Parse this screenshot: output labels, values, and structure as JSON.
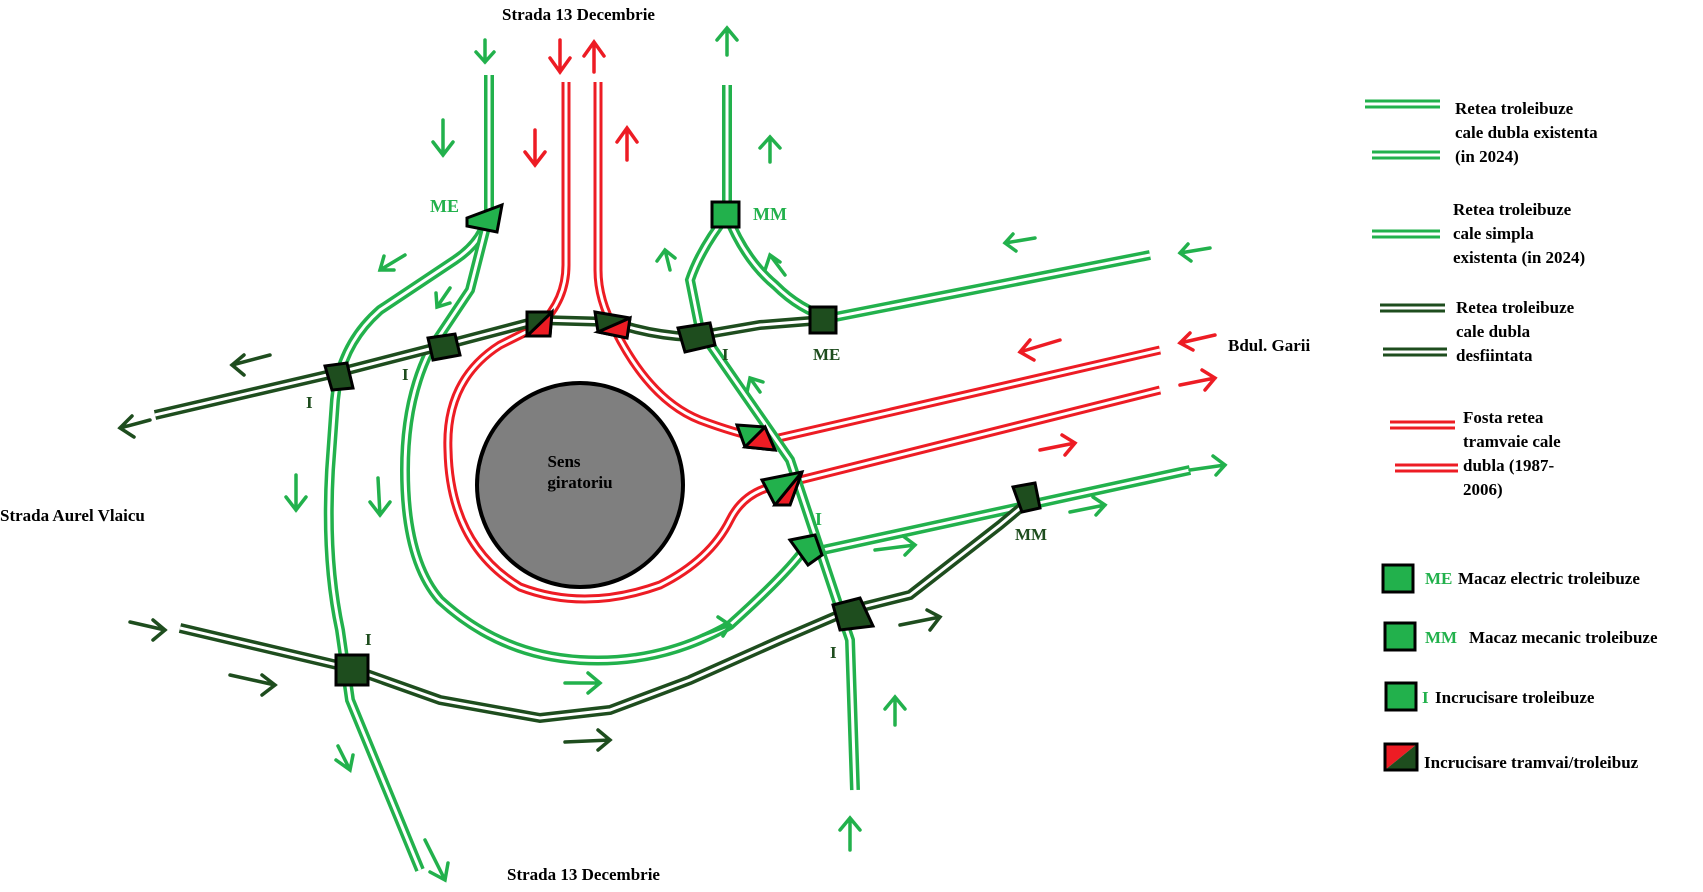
{
  "streets": {
    "top": "Strada 13 Decembrie",
    "bottom": "Strada 13 Decembrie",
    "left": "Strada Aurel Vlaicu",
    "right": "Bdul. Garii"
  },
  "roundabout": {
    "line1": "Sens",
    "line2": "giratoriu"
  },
  "switch_labels": {
    "me_top": "ME",
    "mm_top": "MM",
    "me_right": "ME",
    "mm_right": "MM",
    "i_left_outer": "I",
    "i_left_inner": "I",
    "i_top": "I",
    "i_right": "I",
    "i_bottom_left": "I",
    "i_bottom_right": "I"
  },
  "legend": {
    "existing_double": [
      "Retea troleibuze",
      "cale dubla existenta",
      "(in 2024)"
    ],
    "existing_single": [
      "Retea troleibuze",
      "cale simpla",
      "existenta (in 2024)"
    ],
    "removed_double": [
      "Retea troleibuze",
      "cale dubla",
      "desfiintata"
    ],
    "tram": [
      "Fosta retea",
      "tramvaie cale",
      "dubla (1987-",
      "2006)"
    ],
    "me": {
      "code": "ME",
      "text": "Macaz electric troleibuze"
    },
    "mm": {
      "code": "MM",
      "text": "Macaz mecanic troleibuze"
    },
    "i": {
      "code": "I",
      "text": "Incrucisare troleibuze"
    },
    "tram_cross": {
      "text": "Incrucisare tramvai/troleibuz"
    }
  },
  "colors": {
    "green": "#22b14c",
    "dark_green": "#1e4d1e",
    "red": "#ed1c24",
    "roundabout": "#7f7f7f"
  }
}
